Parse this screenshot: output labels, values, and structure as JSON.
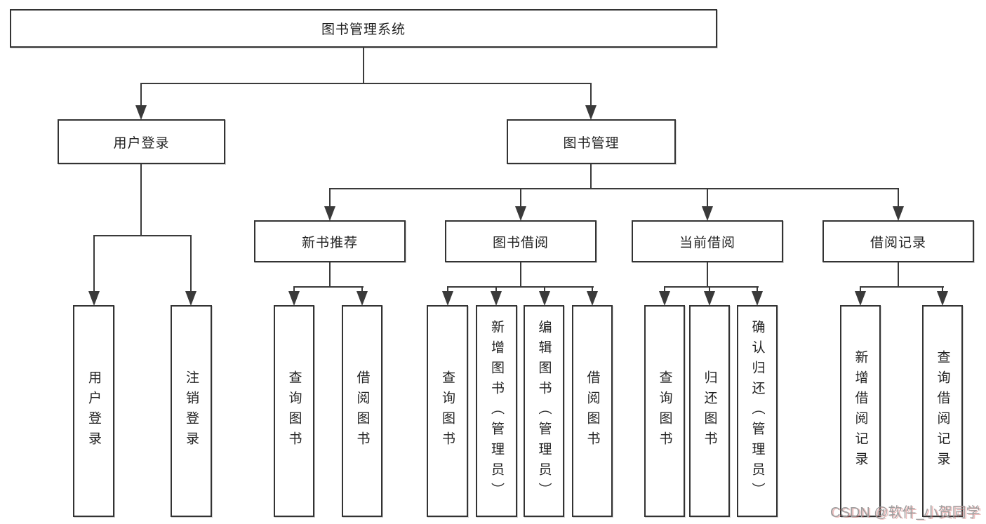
{
  "tree": {
    "root": {
      "label": "图书管理系统"
    },
    "branches": [
      {
        "label": "用户登录",
        "children": [
          {
            "label": "用户登录"
          },
          {
            "label": "注销登录"
          }
        ]
      },
      {
        "label": "图书管理",
        "children": [
          {
            "label": "新书推荐",
            "children": [
              {
                "label": "查询图书"
              },
              {
                "label": "借阅图书"
              }
            ]
          },
          {
            "label": "图书借阅",
            "children": [
              {
                "label": "查询图书"
              },
              {
                "label": "新增图书（管理员）"
              },
              {
                "label": "编辑图书（管理员）"
              },
              {
                "label": "借阅图书"
              }
            ]
          },
          {
            "label": "当前借阅",
            "children": [
              {
                "label": "查询图书"
              },
              {
                "label": "归还图书"
              },
              {
                "label": "确认归还（管理员）"
              }
            ]
          },
          {
            "label": "借阅记录",
            "children": [
              {
                "label": "新增借阅记录"
              },
              {
                "label": "查询借阅记录"
              }
            ]
          }
        ]
      }
    ]
  },
  "watermark": {
    "text": "CSDN @软件_小贺同学"
  },
  "colors": {
    "line": "#3a3a3a",
    "node_text": "#222222",
    "background": "#ffffff",
    "watermark_gray": "#9e9e9e",
    "watermark_red": "#d96c6c"
  }
}
